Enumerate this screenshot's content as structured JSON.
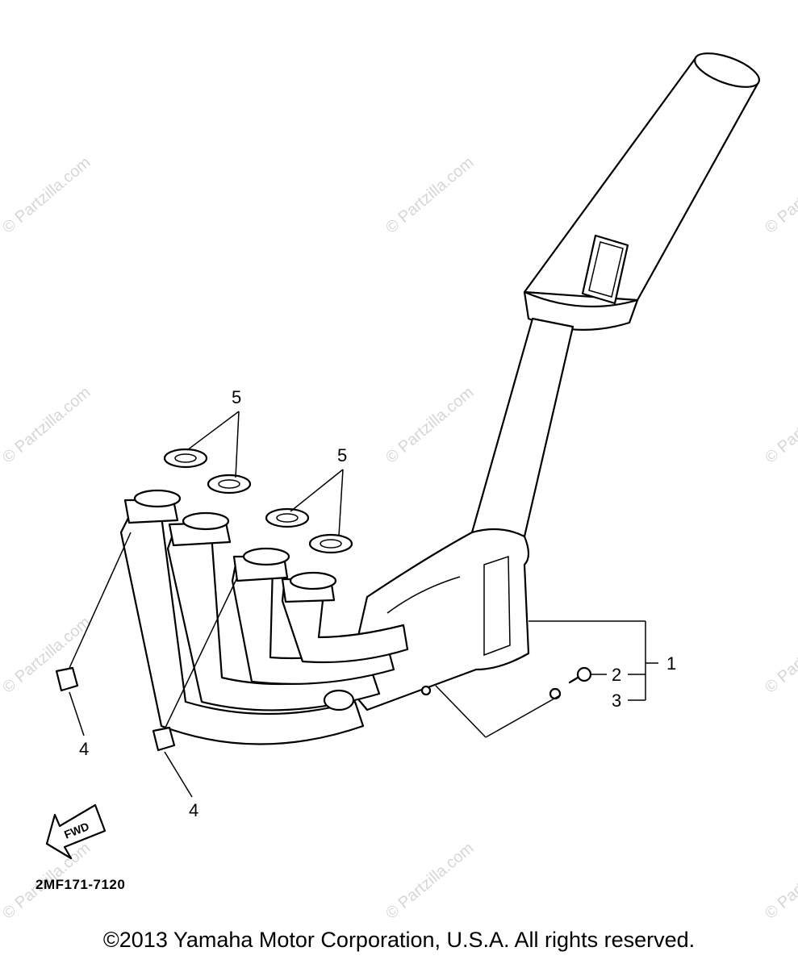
{
  "watermark": {
    "text": "© Partzilla.com"
  },
  "callouts": {
    "part1": "1",
    "part2": "2",
    "part3": "3",
    "part4_left": "4",
    "part4_right": "4",
    "part5_top": "5",
    "part5_right": "5"
  },
  "fwd_arrow": {
    "label": "FWD"
  },
  "drawing_code": "2MF171-7120",
  "copyright": "©2013 Yamaha Motor Corporation, U.S.A. All rights reserved."
}
